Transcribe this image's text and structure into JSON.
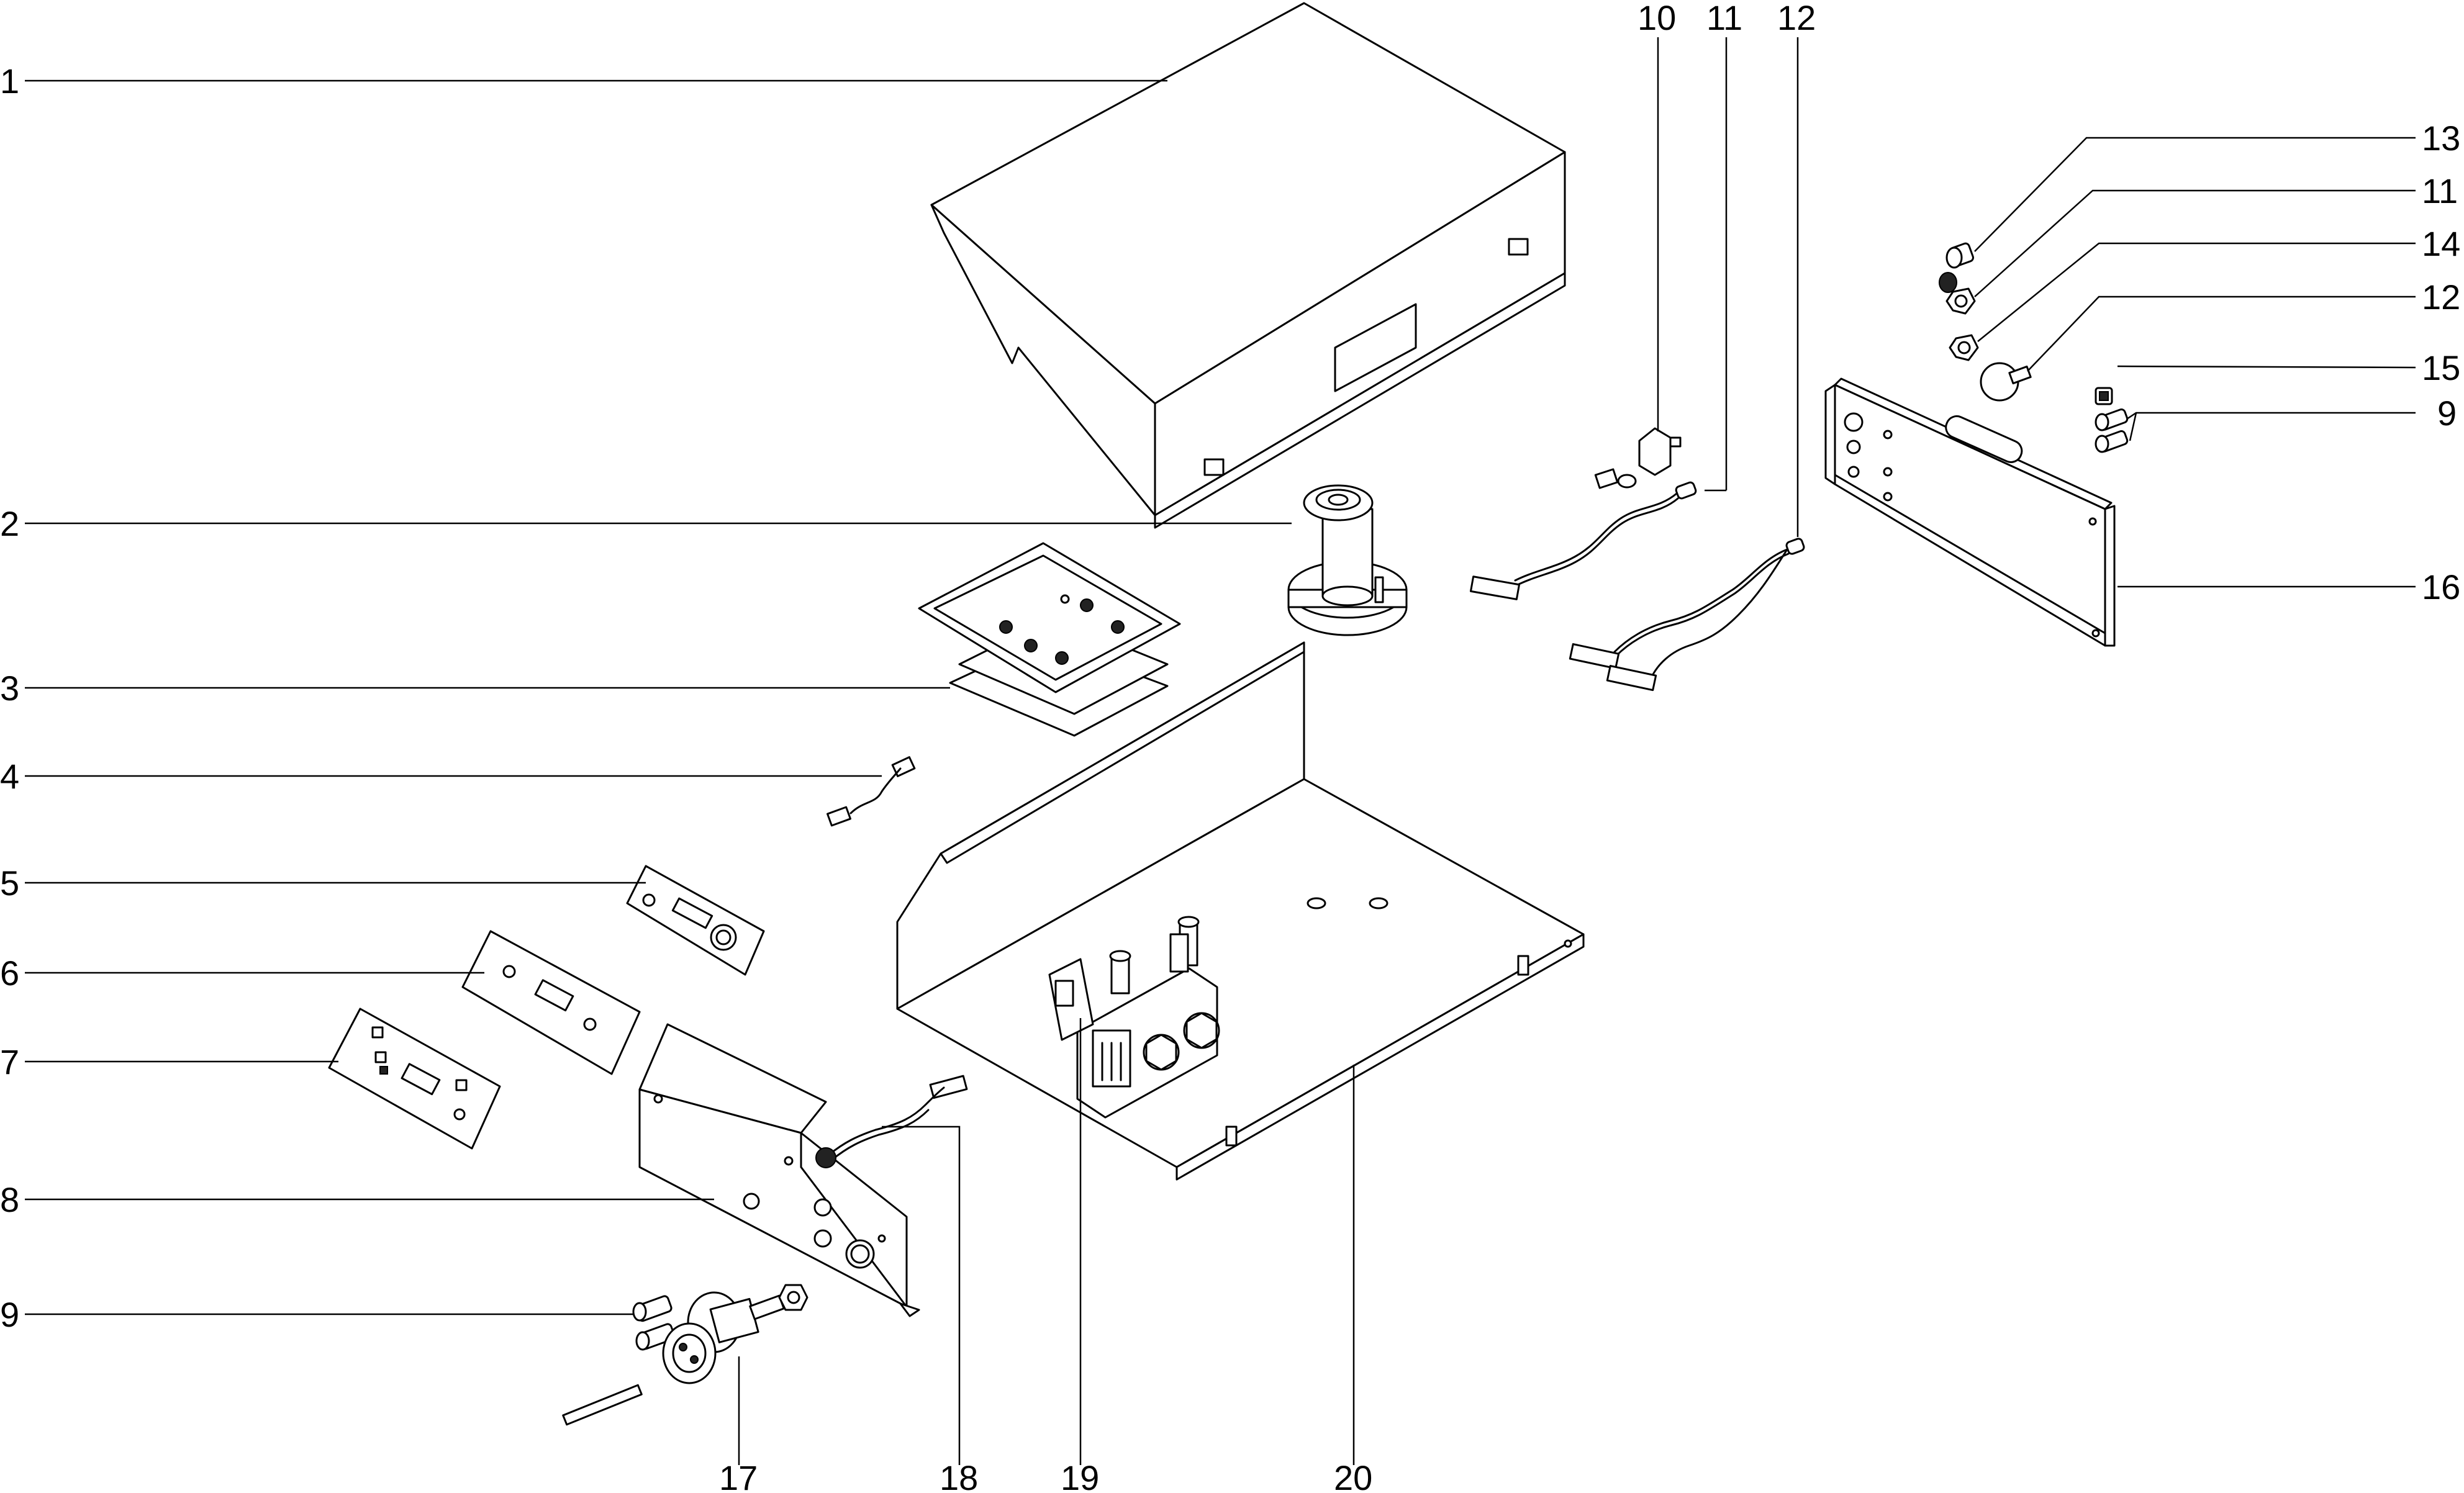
{
  "callouts": {
    "c1": "1",
    "c2": "2",
    "c3": "3",
    "c4": "4",
    "c5": "5",
    "c6": "6",
    "c7": "7",
    "c8": "8",
    "c9_left": "9",
    "c9_right": "9",
    "c10": "10",
    "c11_top": "11",
    "c11_right": "11",
    "c12_top": "12",
    "c12_right": "12",
    "c13": "13",
    "c14": "14",
    "c15": "15",
    "c16": "16",
    "c17": "17",
    "c18": "18",
    "c19": "19",
    "c20": "20"
  },
  "icons": {
    "cover": "top-cover-icon",
    "spool": "wire-spool-holder-icon",
    "boards": "circuit-board-stack-icon",
    "front_panel": "front-panel-icon",
    "base": "base-tray-icon",
    "wire_feeder": "wire-feeder-icon",
    "rear_panel": "rear-panel-icon"
  }
}
